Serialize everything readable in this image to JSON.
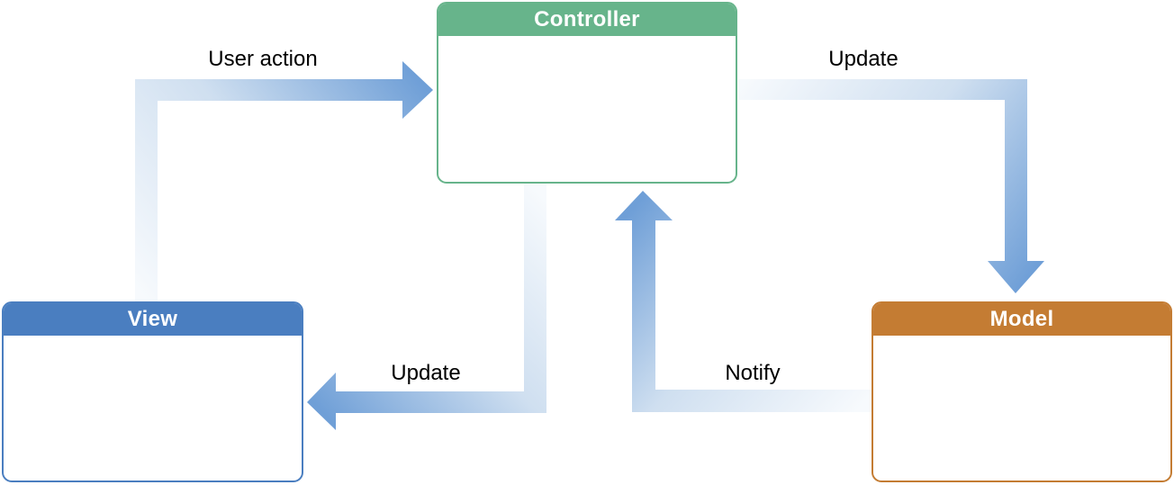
{
  "diagram": {
    "nodes": [
      {
        "id": "controller",
        "label": "Controller",
        "header_color": "#67b48b",
        "body_color": "#ffffff"
      },
      {
        "id": "view",
        "label": "View",
        "header_color": "#4a7ec0",
        "body_color": "#ffffff"
      },
      {
        "id": "model",
        "label": "Model",
        "header_color": "#c47c33",
        "body_color": "#ffffff"
      }
    ],
    "edges": [
      {
        "from": "view",
        "to": "controller",
        "label": "User action"
      },
      {
        "from": "controller",
        "to": "model",
        "label": "Update"
      },
      {
        "from": "controller",
        "to": "view",
        "label": "Update"
      },
      {
        "from": "model",
        "to": "controller",
        "label": "Notify"
      }
    ],
    "arrow": {
      "tail_color": "#f7fafd",
      "mid_color": "#cfdff0",
      "head_color": "#6f9fd7"
    },
    "label_color": "#000000",
    "background_color": "#ffffff"
  }
}
